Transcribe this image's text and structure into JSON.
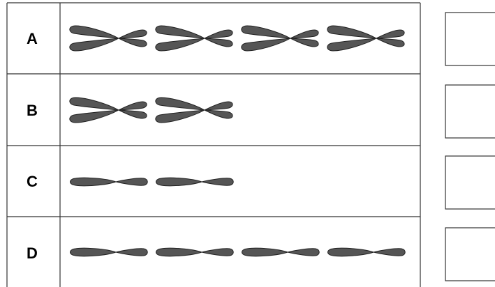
{
  "rows": [
    {
      "label": "A",
      "chromosome_type": "duplicated-x",
      "count": 4
    },
    {
      "label": "B",
      "chromosome_type": "duplicated-x",
      "count": 2
    },
    {
      "label": "C",
      "chromosome_type": "single-chromatid",
      "count": 2
    },
    {
      "label": "D",
      "chromosome_type": "single-chromatid",
      "count": 4
    }
  ],
  "answer_boxes": [
    "",
    "",
    "",
    ""
  ],
  "colors": {
    "chromosome_fill": "#555555",
    "chromosome_stroke": "#222222",
    "grid_line": "#333333"
  }
}
